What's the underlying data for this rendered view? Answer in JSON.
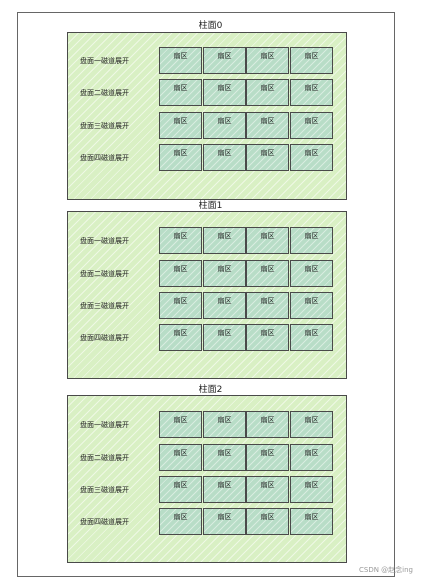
{
  "cylinders": [
    {
      "label": "柱面0",
      "tracks": [
        {
          "label": "盘面一磁道展开",
          "sectors": [
            "扇区",
            "扇区",
            "扇区",
            "扇区"
          ]
        },
        {
          "label": "盘面二磁道展开",
          "sectors": [
            "扇区",
            "扇区",
            "扇区",
            "扇区"
          ]
        },
        {
          "label": "盘面三磁道展开",
          "sectors": [
            "扇区",
            "扇区",
            "扇区",
            "扇区"
          ]
        },
        {
          "label": "盘面四磁道展开",
          "sectors": [
            "扇区",
            "扇区",
            "扇区",
            "扇区"
          ]
        }
      ]
    },
    {
      "label": "柱面1",
      "tracks": [
        {
          "label": "盘面一磁道展开",
          "sectors": [
            "扇区",
            "扇区",
            "扇区",
            "扇区"
          ]
        },
        {
          "label": "盘面二磁道展开",
          "sectors": [
            "扇区",
            "扇区",
            "扇区",
            "扇区"
          ]
        },
        {
          "label": "盘面三磁道展开",
          "sectors": [
            "扇区",
            "扇区",
            "扇区",
            "扇区"
          ]
        },
        {
          "label": "盘面四磁道展开",
          "sectors": [
            "扇区",
            "扇区",
            "扇区",
            "扇区"
          ]
        }
      ]
    },
    {
      "label": "柱面2",
      "tracks": [
        {
          "label": "盘面一磁道展开",
          "sectors": [
            "扇区",
            "扇区",
            "扇区",
            "扇区"
          ]
        },
        {
          "label": "盘面二磁道展开",
          "sectors": [
            "扇区",
            "扇区",
            "扇区",
            "扇区"
          ]
        },
        {
          "label": "盘面三磁道展开",
          "sectors": [
            "扇区",
            "扇区",
            "扇区",
            "扇区"
          ]
        },
        {
          "label": "盘面四磁道展开",
          "sectors": [
            "扇区",
            "扇区",
            "扇区",
            "扇区"
          ]
        }
      ]
    }
  ],
  "watermark": "CSDN @赵念ing",
  "colors": {
    "cylinder_fill": "#d9f0c4",
    "sector_fill": "#b8ddc7",
    "border": "#4a4a4a"
  }
}
